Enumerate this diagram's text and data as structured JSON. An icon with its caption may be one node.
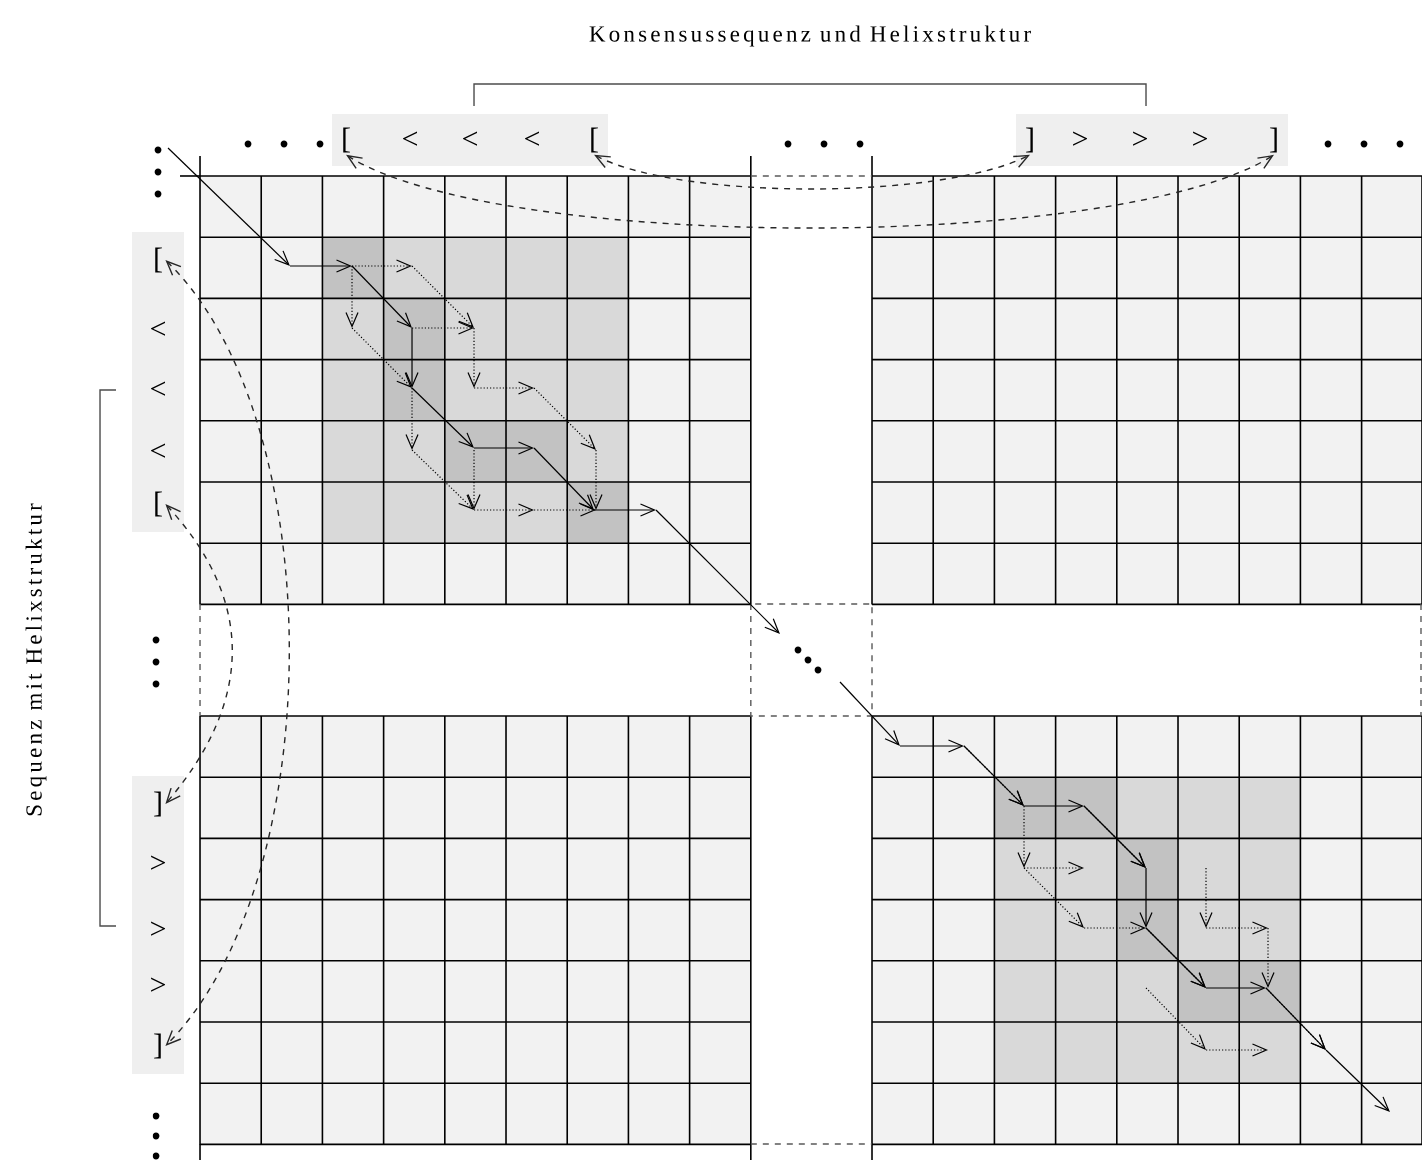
{
  "diagram": {
    "nodes": [
      {
        "text": [],
        "shape": "box"
      },
      {
        "text": [
          "["
        ],
        "in": 0
      },
      {
        "text": [
          "<"
        ],
        "in": 0
      },
      {
        "text": [
          "<"
        ],
        "in": 0
      },
      {
        "text": [
          "<"
        ],
        "in": 0
      },
      {
        "text": [
          "["
        ],
        "in": 0
      },
      {
        "text": [],
        "shape": "box"
      },
      {
        "text": [
          "]"
        ],
        "in": 6
      },
      {
        "text": [
          ">"
        ],
        "in": 6
      },
      {
        "text": [
          ">"
        ],
        "in": 6
      },
      {
        "text": [
          ">"
        ],
        "in": 6
      },
      {
        "text": [
          "]"
        ],
        "in": 6
      },
      {
        "text": [],
        "shape": "box"
      },
      {
        "text": [
          "["
        ],
        "in": 12
      },
      {
        "text": [
          "<"
        ],
        "in": 12
      },
      {
        "text": [
          "<"
        ],
        "in": 12
      },
      {
        "text": [
          "<"
        ],
        "in": 12
      },
      {
        "text": [
          "["
        ],
        "in": 12
      },
      {
        "text": [],
        "shape": "box"
      },
      {
        "text": [
          "]"
        ],
        "in": 18
      },
      {
        "text": [
          ">"
        ],
        "in": 18
      },
      {
        "text": [
          ">"
        ],
        "in": 18
      },
      {
        "text": [
          ">"
        ],
        "in": 18
      },
      {
        "text": [
          "]"
        ],
        "in": 18
      }
    ],
    "edges": [
      {
        "from": 1,
        "to": 11,
        "arrow": "both",
        "style": "dashed"
      },
      {
        "from": 5,
        "to": 7,
        "arrow": "both",
        "style": "dashed"
      },
      {
        "from": 13,
        "to": 23,
        "arrow": "both",
        "style": "dashed"
      },
      {
        "from": 17,
        "to": 19,
        "arrow": "both",
        "style": "dashed"
      }
    ],
    "labels": [
      "Konsensussequenz und Helixstruktur",
      "Sequenz mit Helixstruktur"
    ]
  }
}
